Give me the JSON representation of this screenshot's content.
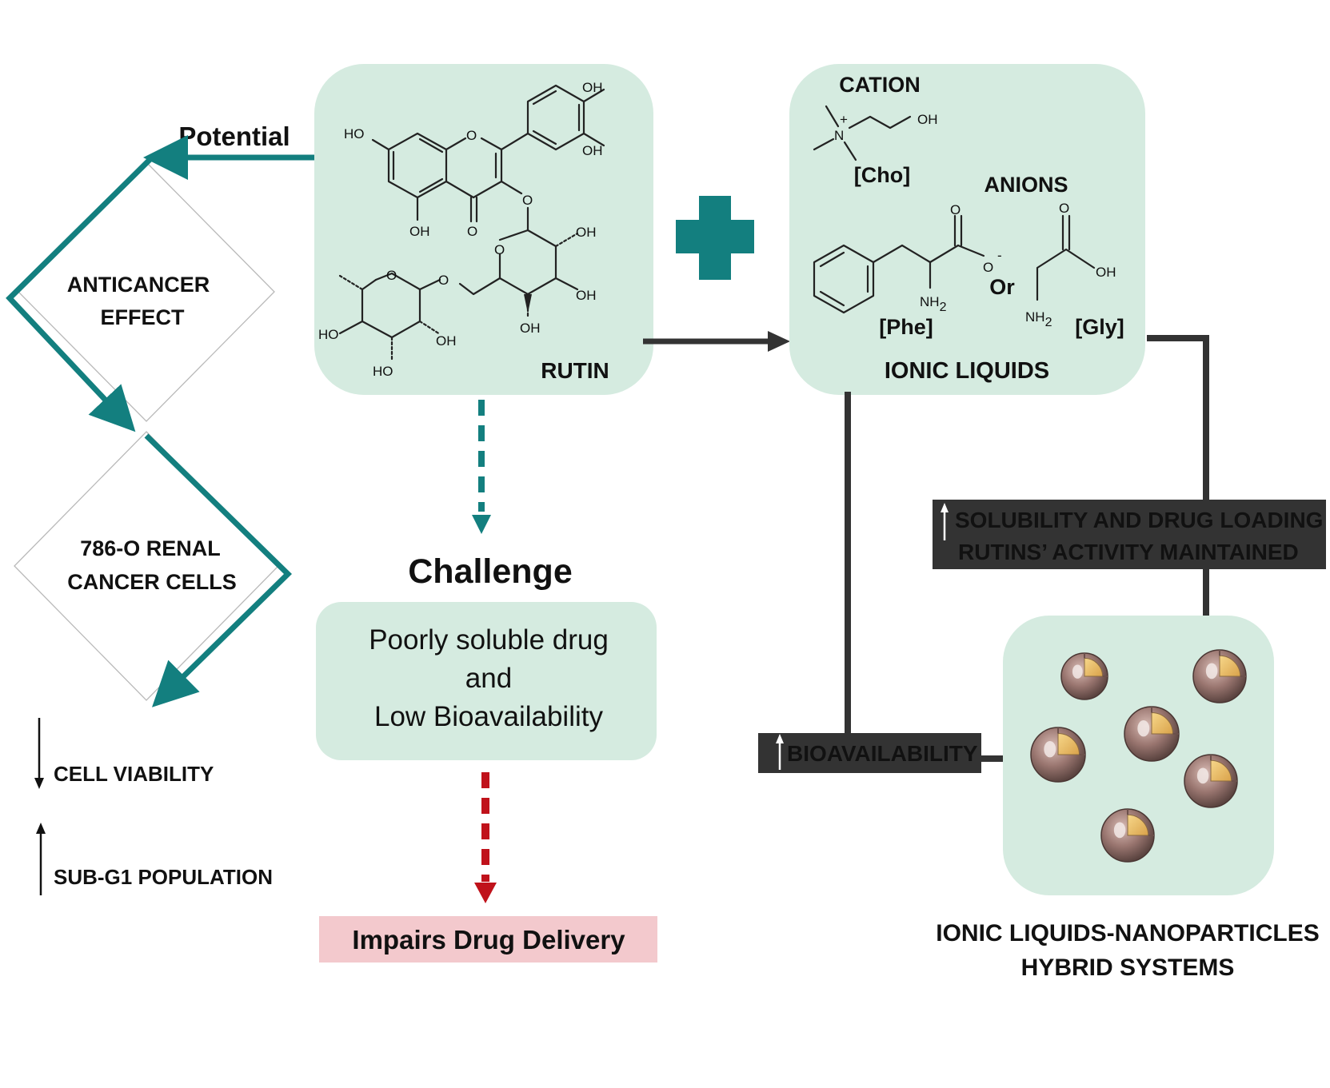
{
  "left_flow": {
    "potential": "Potential",
    "anticancer_line1": "ANTICANCER",
    "anticancer_line2": "EFFECT",
    "cells_line1": "786-O RENAL",
    "cells_line2": "CANCER CELLS",
    "cell_viability": "CELL VIABILITY",
    "sub_g1": "SUB-G1 POPULATION"
  },
  "rutin": {
    "label": "RUTIN",
    "atoms": {
      "oh": "OH",
      "ho": "HO",
      "o": "O"
    }
  },
  "challenge": {
    "heading": "Challenge",
    "line1": "Poorly soluble drug",
    "line2": "and",
    "line3": "Low Bioavailability",
    "impairs": "Impairs Drug Delivery"
  },
  "ionic_liquids": {
    "cation_heading": "CATION",
    "cation_name": "[Cho]",
    "anions_heading": "ANIONS",
    "phe_name": "[Phe]",
    "or": "Or",
    "gly_name": "[Gly]",
    "label": "IONIC LIQUIDS",
    "atoms": {
      "n": "N",
      "plus": "+",
      "oh": "OH",
      "o": "O",
      "minus": "-",
      "nh2": "NH",
      "sub2": "2"
    }
  },
  "benefits": {
    "solubility": "SOLUBILITY AND DRUG LOADING",
    "activity": "RUTINS’ ACTIVITY MAINTAINED",
    "bioavailability": "BIOAVAILABILITY"
  },
  "hybrid": {
    "line1": "IONIC LIQUIDS-NANOPARTICLES",
    "line2": "HYBRID SYSTEMS"
  },
  "colors": {
    "panel": "#d5ebe0",
    "teal": "#137f7f",
    "dark": "#333333",
    "red": "#c0121b",
    "pink": "#f3c9cd",
    "accent_text": "#b9e0cf"
  }
}
